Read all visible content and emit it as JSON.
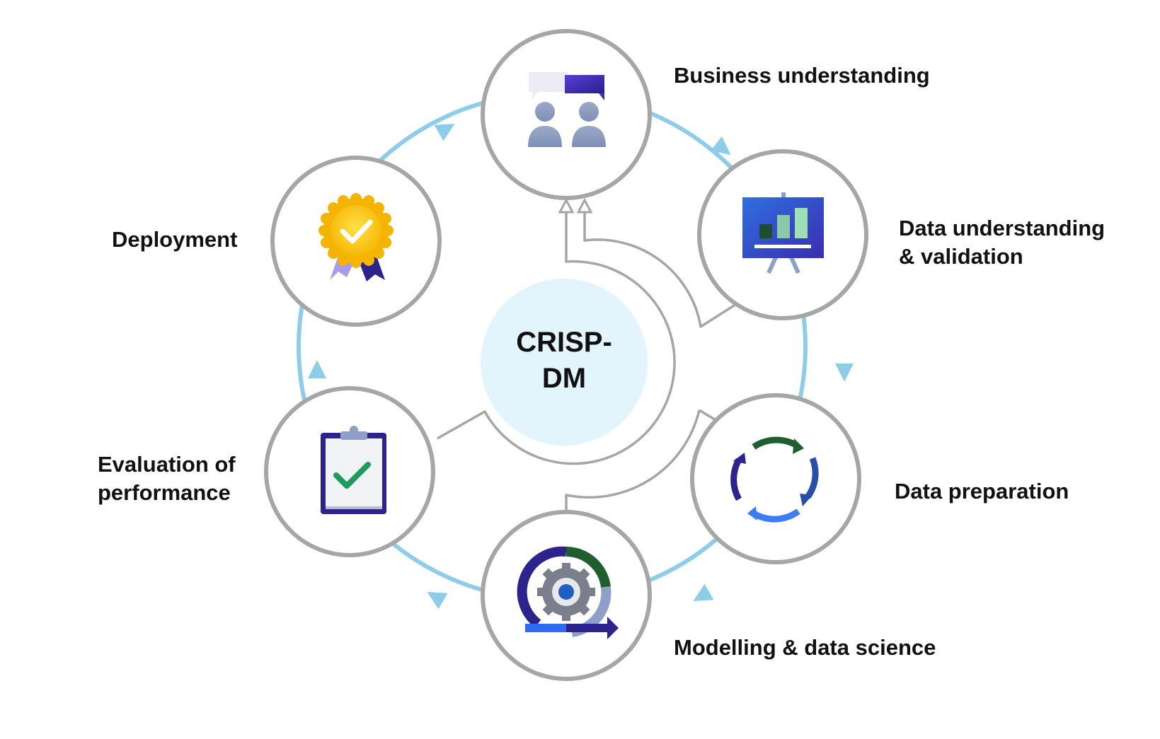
{
  "center": {
    "title_line1": "CRISP-",
    "title_line2": "DM"
  },
  "stages": {
    "business": {
      "label": "Business understanding",
      "icon": "meeting-people-icon"
    },
    "data_understanding": {
      "label_line1": "Data understanding",
      "label_line2": "& validation",
      "icon": "presentation-chart-icon"
    },
    "data_preparation": {
      "label": "Data preparation",
      "icon": "cycle-arrows-icon"
    },
    "modelling": {
      "label": "Modelling & data science",
      "icon": "gear-progress-icon"
    },
    "evaluation": {
      "label_line1": "Evaluation of",
      "label_line2": "performance",
      "icon": "clipboard-check-icon"
    },
    "deployment": {
      "label": "Deployment",
      "icon": "award-badge-icon"
    }
  },
  "colors": {
    "cycle_arrow": "#8ECDEA",
    "node_border": "#A6A6A6",
    "center_fill": "#E2F4FC",
    "text": "#111111"
  }
}
